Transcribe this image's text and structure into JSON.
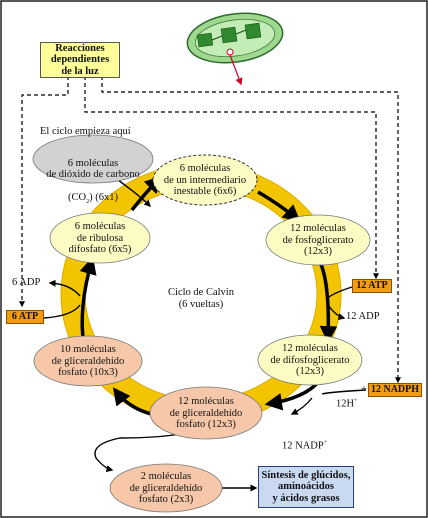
{
  "top_box": "Reacciones\ndependientes\nde la luz",
  "cycle_start": "El ciclo empieza aquí",
  "center": "Ciclo de Calvin\n(6 vueltas)",
  "nodes": {
    "co2_a": "6 moléculas\nde dióxido de carbono",
    "co2_b": "(CO",
    "co2_c": "2",
    "co2_d": ")  (6x1)",
    "intermediate": "6 moléculas\nde un intermediario\ninestable (6x6)",
    "pga": "12 moléculas\nde  fosfoglicerato\n(12x3)",
    "ribulose": "6 moléculas\nde ribulosa\ndifosfato (6x5)",
    "dpga": "12 moléculas\nde difosfoglicerato\n(12x3)",
    "g3p_left": "10 moléculas\nde gliceraldehído\nfosfato (10x3)",
    "g3p_bottom": "12 moléculas\nde gliceraldehído\nfosfato (12x3)",
    "g3p_out": "2 moléculas\nde gliceraldehído\nfosfato (2x3)",
    "synthesis": "Síntesis de glúcidos,\naminoácidos\ny ácidos grasos"
  },
  "labels": {
    "atp12": "12 ATP",
    "adp12": "12 ADP",
    "atp6": "6 ATP",
    "adp6": "6 ADP",
    "h12": "12H",
    "h_sup": "+",
    "plus": "+",
    "nadph12": "12 NADPH",
    "nadp12": "12 NADP",
    "nadp_sup": "+"
  },
  "colors": {
    "ring": "#f2c500",
    "node_yellow": "#fdfbc4",
    "node_salmon": "#f6c8a9",
    "node_gray": "#d2d2d2",
    "orange_box": "#f39c12",
    "top_box": "#ffff99",
    "synthesis_box": "#c8d9f0"
  }
}
